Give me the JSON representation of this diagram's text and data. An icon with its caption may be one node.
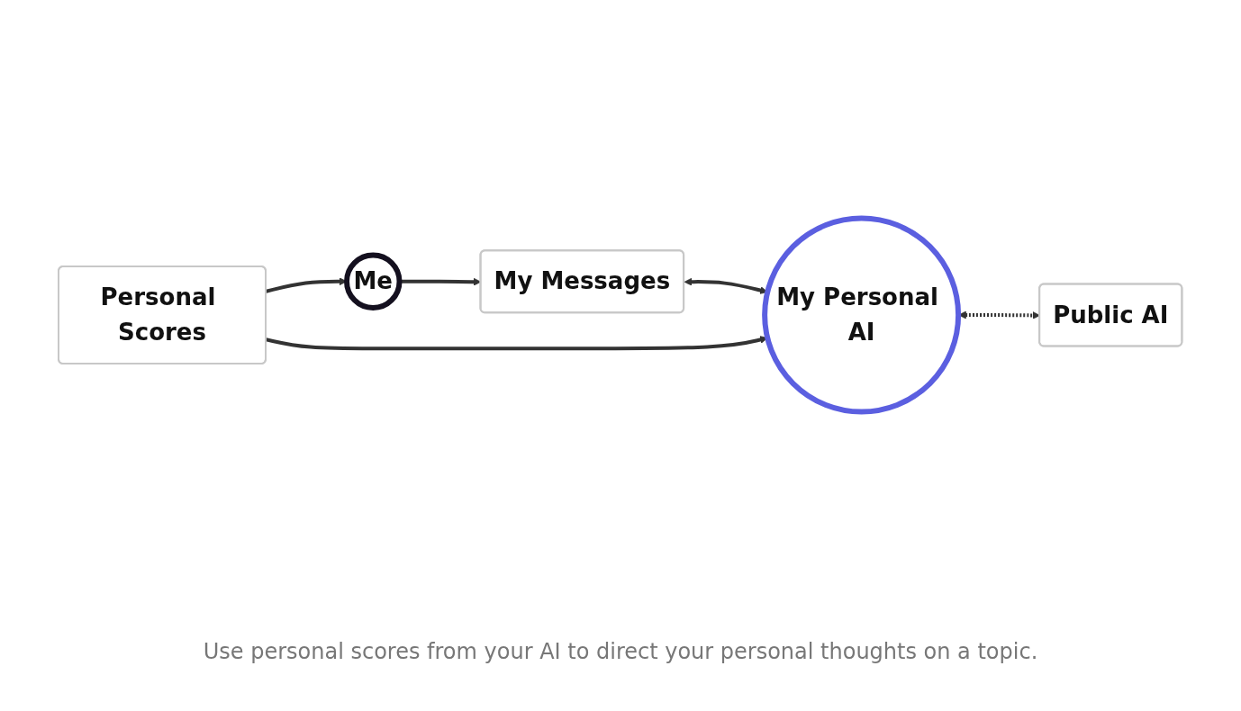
{
  "diagram": {
    "caption": "Use personal scores from your AI to direct your personal thoughts on a topic.",
    "nodes": [
      {
        "text": [
          "Me"
        ]
      },
      {
        "text": [
          "My Messages"
        ]
      },
      {
        "text": [
          "My Personal AI"
        ]
      },
      {
        "text": [
          "Public AI"
        ]
      },
      {
        "text": [
          "Personal Scores"
        ]
      }
    ],
    "edges": [
      {
        "from": 0,
        "to": 1,
        "arrow": "to"
      },
      {
        "from": 1,
        "to": 2,
        "arrow": "both"
      },
      {
        "from": 2,
        "to": 3,
        "arrow": "both",
        "style": "dashed"
      },
      {
        "from": 4,
        "to": 0,
        "arrow": "to"
      },
      {
        "from": 4,
        "to": 2,
        "arrow": "to"
      }
    ]
  }
}
